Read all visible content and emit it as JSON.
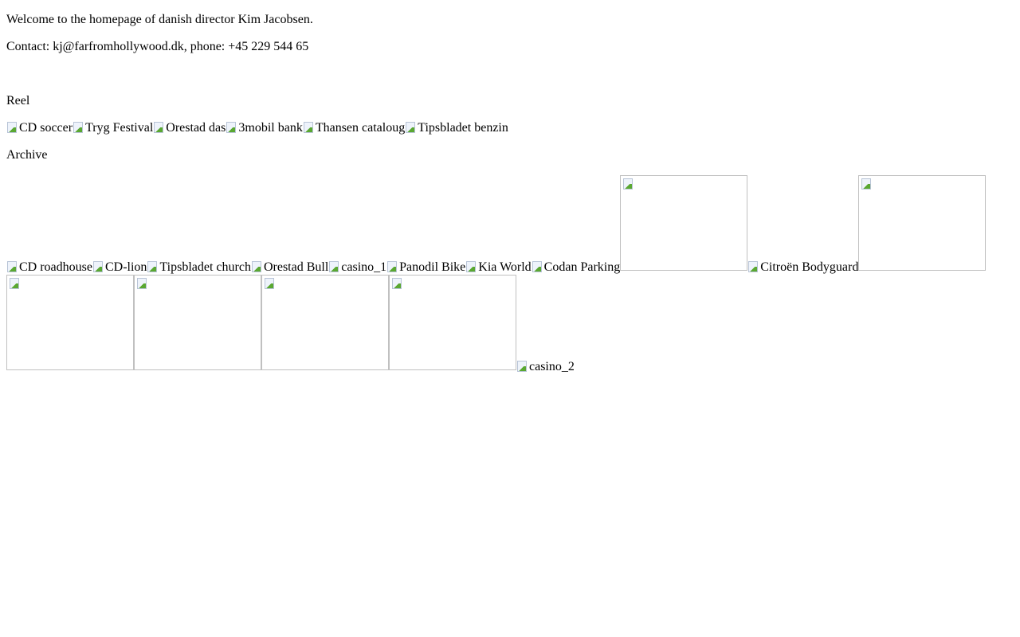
{
  "intro": "Welcome to the homepage of danish director Kim Jacobsen.",
  "contact": "Contact: kj@farfromhollywood.dk, phone: +45 229 544 65",
  "reel_heading": "Reel",
  "reel": [
    "CD soccer",
    "Tryg Festival",
    "Orestad das",
    "3mobil bank",
    "Thansen cataloug",
    "Tipsbladet benzin"
  ],
  "archive_heading": "Archive",
  "archive": [
    "CD roadhouse",
    "CD-lion",
    "Tipsbladet church",
    "Orestad Bull",
    "casino_1",
    "Panodil Bike",
    "Kia World",
    "Codan Parking",
    "Citroën Bodyguard",
    "casino_2"
  ]
}
